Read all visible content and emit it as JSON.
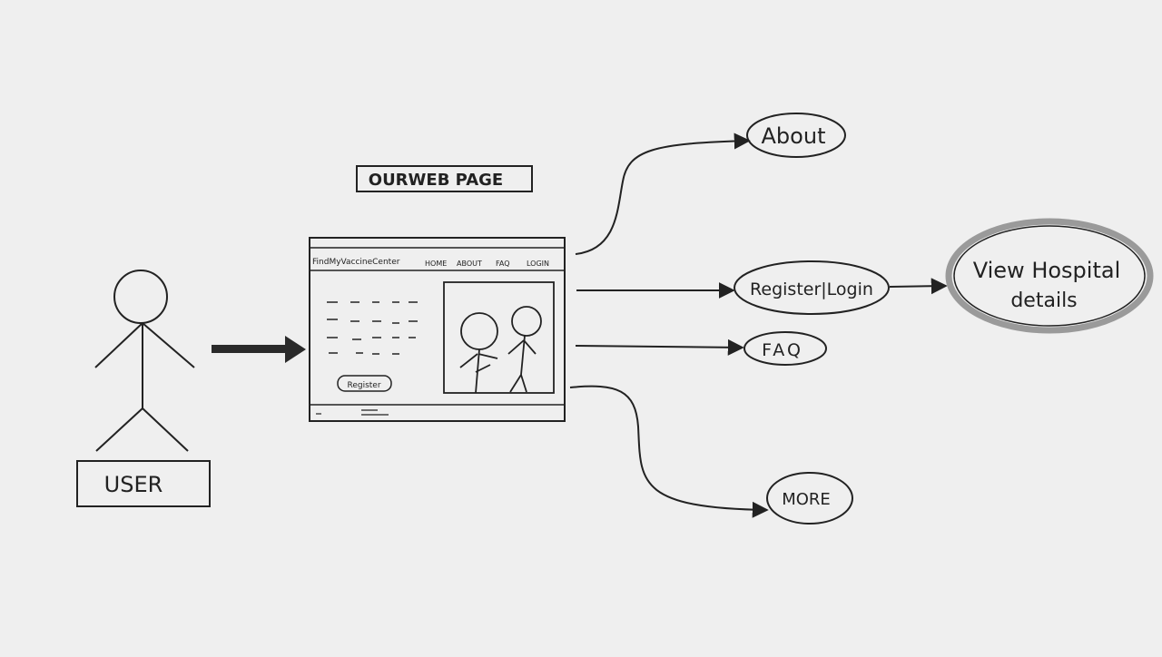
{
  "diagram": {
    "page_title_box": "OURWEB PAGE",
    "actor_label": "USER",
    "mockup": {
      "brand": "FindMyVaccineCenter",
      "nav": [
        "HOME",
        "ABOUT",
        "FAQ",
        "LOGIN"
      ],
      "register_button": "Register"
    },
    "nodes": {
      "about": "About",
      "register_login": "Register|Login",
      "faq": "FAQ",
      "more": "MORE",
      "view_hospital_line1": "View Hospital",
      "view_hospital_line2": "details"
    }
  },
  "colors": {
    "paper": "#efefef",
    "ink": "#222222",
    "highlight_ring": "#9a9a9a"
  }
}
